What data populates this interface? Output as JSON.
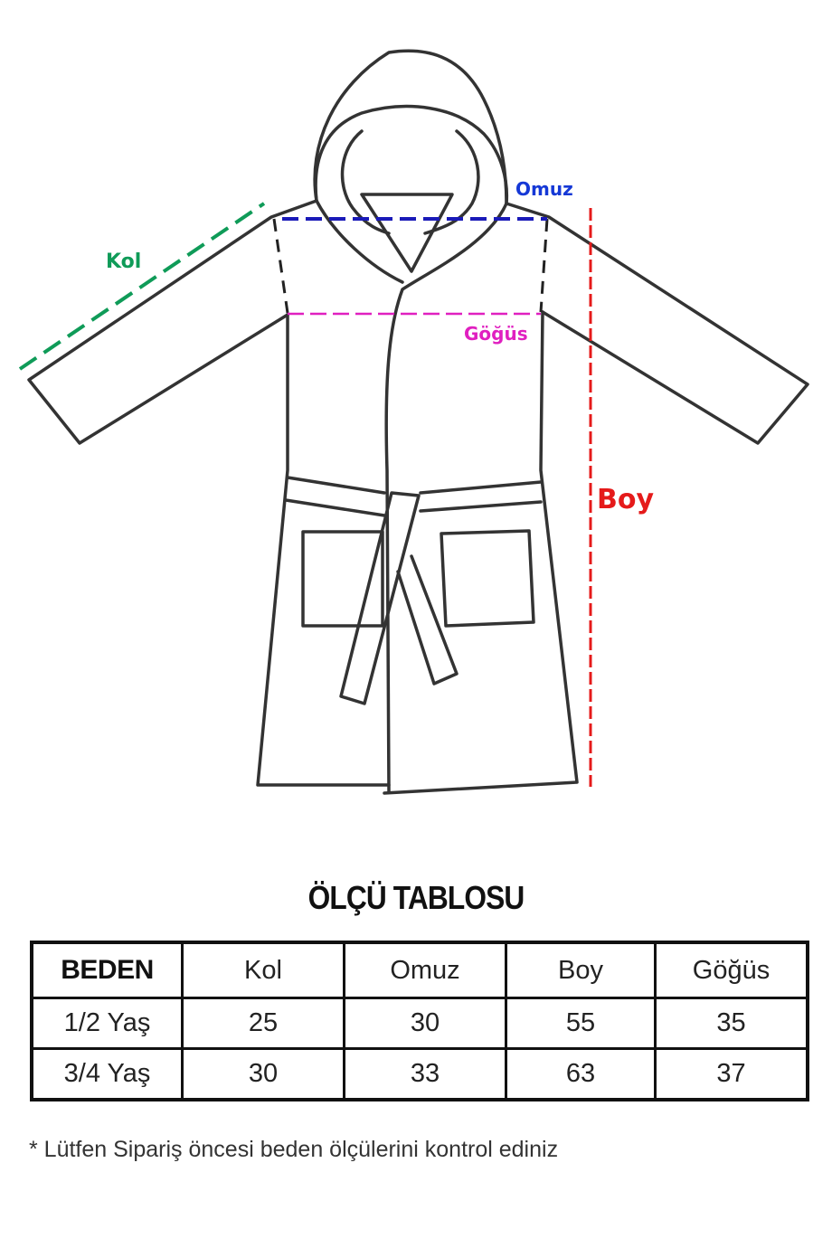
{
  "diagram": {
    "subject": "hooded bathrobe size guide",
    "labels": {
      "kol": {
        "text": "Kol",
        "color": "#0f9b58"
      },
      "omuz": {
        "text": "Omuz",
        "color": "#1538d6"
      },
      "gogus": {
        "text": "Göğüs",
        "color": "#e020c0"
      },
      "boy": {
        "text": "Boy",
        "color": "#e51a1a"
      }
    }
  },
  "table": {
    "title": "ÖLÇÜ TABLOSU",
    "headers": [
      "BEDEN",
      "Kol",
      "Omuz",
      "Boy",
      "Göğüs"
    ],
    "rows": [
      [
        "1/2 Yaş",
        "25",
        "30",
        "55",
        "35"
      ],
      [
        "3/4 Yaş",
        "30",
        "33",
        "63",
        "37"
      ]
    ]
  },
  "note": "* Lütfen Sipariş öncesi beden ölçülerini kontrol ediniz"
}
